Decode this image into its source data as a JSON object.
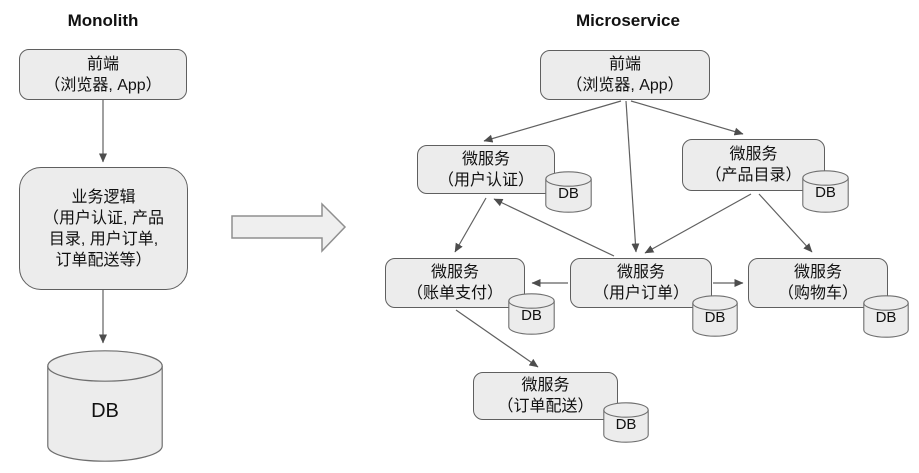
{
  "titles": {
    "monolith": "Monolith",
    "microservice": "Microservice"
  },
  "colors": {
    "node_fill": "#ececec",
    "node_border": "#5f5f5f",
    "connector": "#606060",
    "block_arrow_fill": "#efefef",
    "block_arrow_border": "#8f8f8f",
    "text": "#111111",
    "background": "#ffffff"
  },
  "monolith": {
    "frontend": {
      "lines": [
        "前端",
        "（浏览器, App）"
      ]
    },
    "logic": {
      "lines": [
        "业务逻辑",
        "（用户认证, 产品",
        "目录, 用户订单,",
        "订单配送等）"
      ]
    },
    "db": {
      "label": "DB"
    }
  },
  "microservice": {
    "frontend": {
      "lines": [
        "前端",
        "（浏览器, App）"
      ]
    },
    "services": [
      {
        "id": "auth",
        "lines": [
          "微服务",
          "（用户认证）"
        ],
        "db": "DB"
      },
      {
        "id": "catalog",
        "lines": [
          "微服务",
          "（产品目录）"
        ],
        "db": "DB"
      },
      {
        "id": "billing",
        "lines": [
          "微服务",
          "（账单支付）"
        ],
        "db": "DB"
      },
      {
        "id": "orders",
        "lines": [
          "微服务",
          "（用户订单）"
        ],
        "db": "DB"
      },
      {
        "id": "cart",
        "lines": [
          "微服务",
          "（购物车）"
        ],
        "db": "DB"
      },
      {
        "id": "shipping",
        "lines": [
          "微服务",
          "（订单配送）"
        ],
        "db": "DB"
      }
    ]
  }
}
